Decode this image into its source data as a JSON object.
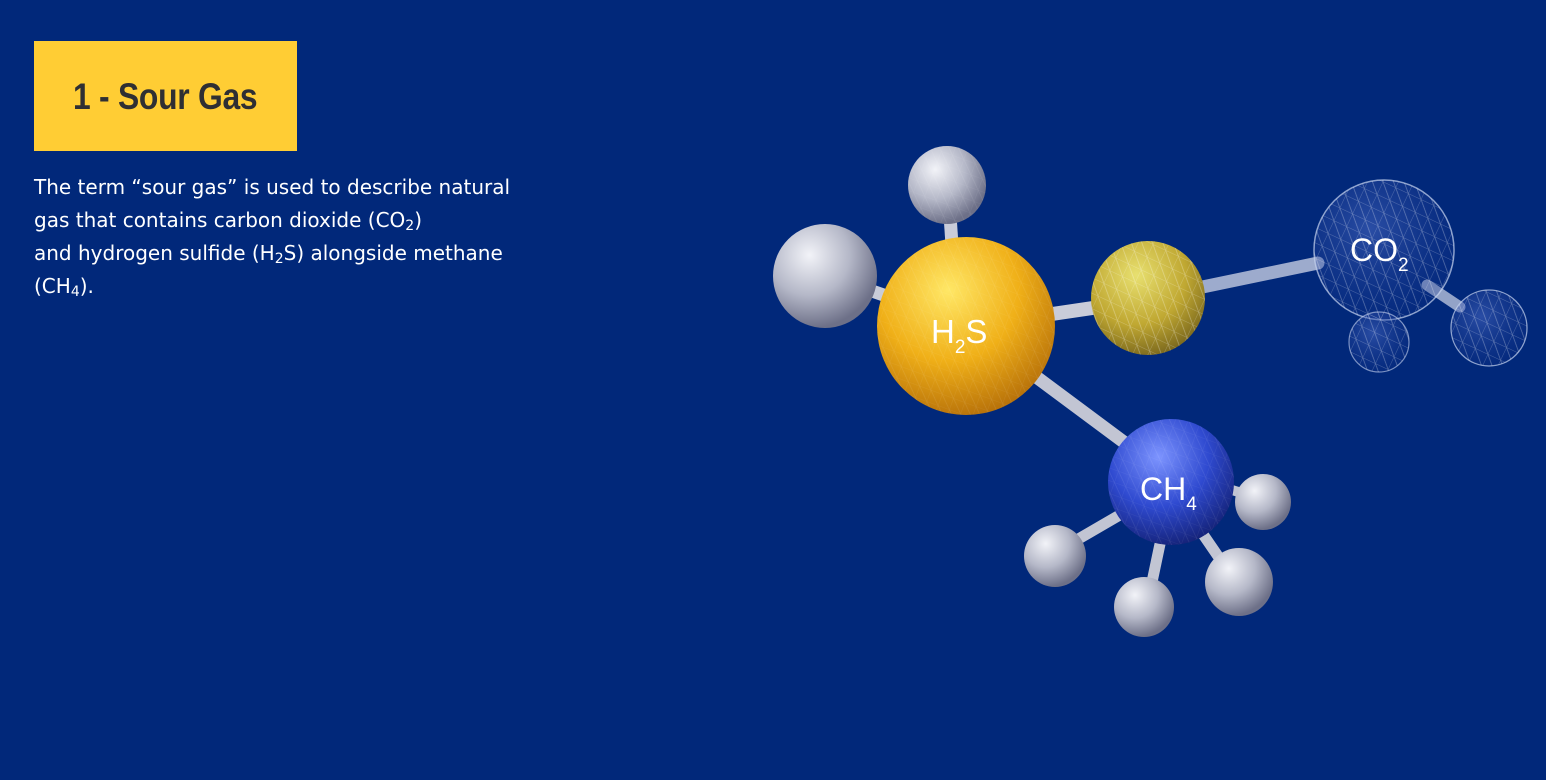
{
  "slide": {
    "title": "1 - Sour Gas",
    "body": {
      "line1": "The term “sour gas” is used to describe natural",
      "line2_a": "gas that contains carbon dioxide (CO",
      "line2_sub": "2",
      "line2_b": ")",
      "line3_a": "and hydrogen sulfide (H",
      "line3_sub": "2",
      "line3_b": "S) alongside methane",
      "line4_a": "(CH",
      "line4_sub": "4",
      "line4_b": ")."
    }
  },
  "molecule_labels": {
    "h2s": {
      "main": "H",
      "sub": "2",
      "tail": "S"
    },
    "ch4": {
      "main": "CH",
      "sub": "4"
    },
    "co2": {
      "main": "CO",
      "sub": "2"
    }
  },
  "colors": {
    "background": "#01287a",
    "title_box": "#ffcd34",
    "title_text": "#2f2f33",
    "body_text": "#ffffff",
    "sulfur": "#f0b41e",
    "methane_carbon": "#2b46c8",
    "hydrogen": "#b9bccb",
    "co2_wireframe": "#c8d4f0"
  }
}
